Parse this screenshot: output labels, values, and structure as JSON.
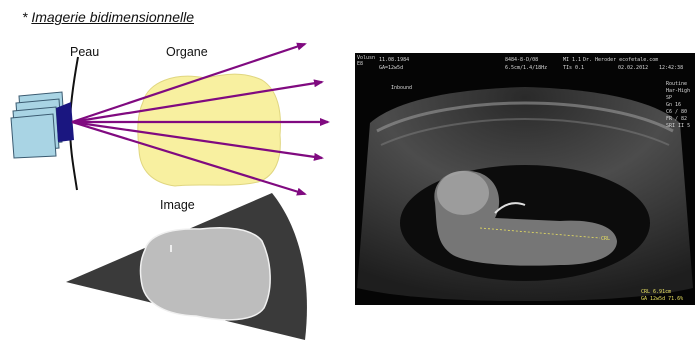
{
  "diagram": {
    "title_prefix": "* ",
    "title": "Imagerie bidimensionnelle",
    "labels": {
      "skin": "Peau",
      "organ": "Organe",
      "image": "Image"
    },
    "colors": {
      "probe": "#a9d4e4",
      "transducer": "#1a1680",
      "beam": "#800a80",
      "organ_fill": "#f8f0a0",
      "sector": "#3a3a3a",
      "image_organ": "#bdbdbd"
    }
  },
  "ultrasound": {
    "header_left": [
      "11.08.1984",
      "GA=12w5d"
    ],
    "header_mid": [
      "8484-8-D/08",
      "6.5cm/1.4/18Hz"
    ],
    "header_right": [
      "MI 1.1",
      "TIs 0.1",
      "Dr. Heroder ecofetale.com",
      "02.02.2012",
      "12:42:38"
    ],
    "left_panel": [
      "Volusn",
      "E8"
    ],
    "small_marker": "Inbound",
    "settings": [
      "Routine",
      "Har-High",
      "SP",
      "Gn 16",
      "C6 / 80",
      "FR / 82",
      "SRI II 5"
    ],
    "crl_label": "CRL",
    "measurements": [
      "CRL 6.91cm",
      "GA 12w5d 71.6%"
    ],
    "colors": {
      "text": "#d8d8d8",
      "measure": "#e8e060"
    }
  }
}
